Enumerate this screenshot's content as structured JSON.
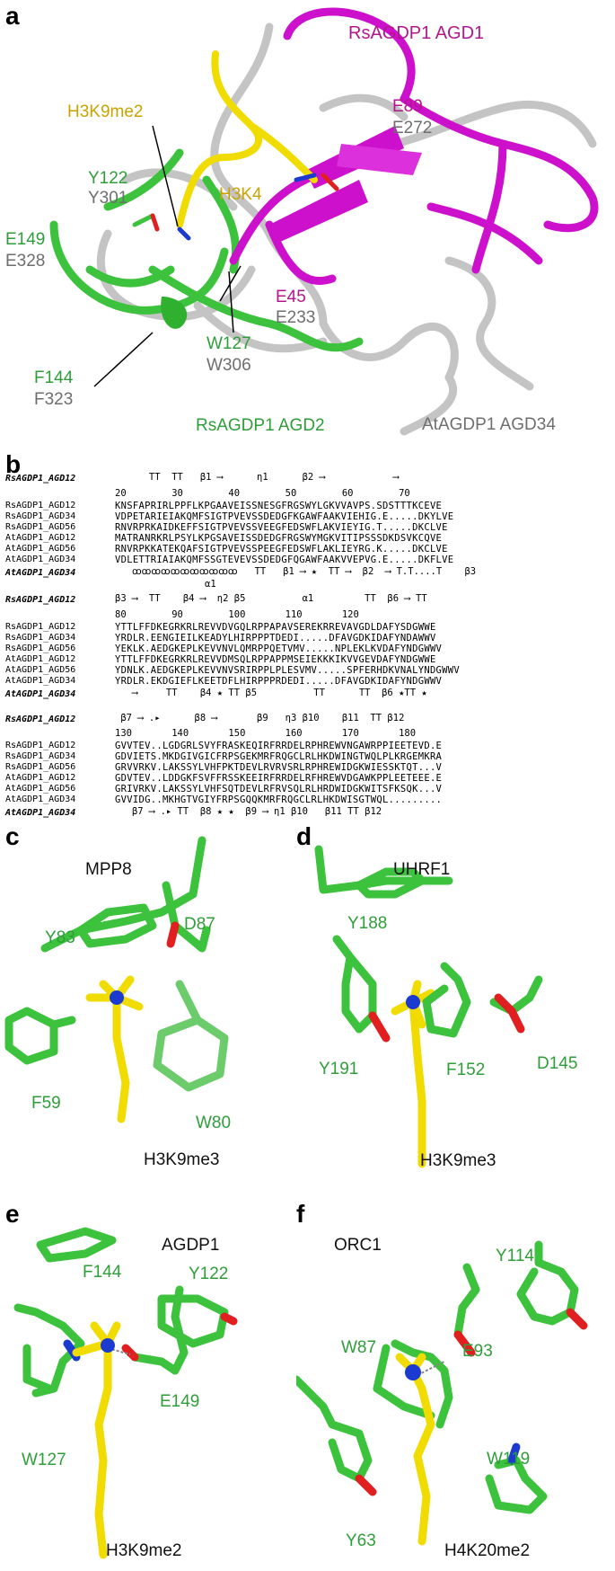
{
  "panels": {
    "a": "a",
    "b": "b",
    "c": "c",
    "d": "d",
    "e": "e",
    "f": "f"
  },
  "panel_a": {
    "rs_agd1": "RsAGDP1 AGD1",
    "rs_agd2": "RsAGDP1 AGD2",
    "at_agd34": "AtAGDP1 AGD34",
    "h3k9me2": "H3K9me2",
    "h3k4": "H3K4",
    "e89": "E89",
    "e272": "E272",
    "y122": "Y122",
    "y301": "Y301",
    "e149": "E149",
    "e328": "E328",
    "e45": "E45",
    "e233": "E233",
    "w127": "W127",
    "w306": "W306",
    "f144": "F144",
    "f323": "F323"
  },
  "panel_b": {
    "blocks": [
      {
        "struct_top_name": "RsAGDP1_AGD12",
        "ss_top": "      TT  TT   β1 ⟶      η1      β2 ⟶            ⟶",
        "ruler": "20        30        40        50        60        70",
        "rows": [
          {
            "name": "RsAGDP1_AGD12",
            "seq": "KNSFAPRIRLPPFLKPGAAVEISSNESGFRGSWYLGKVVAVPS.SDSTTTKCEVE"
          },
          {
            "name": "RsAGDP1_AGD34",
            "seq": "VDPETARIEIAKQMFSIGTPVEVSSDEDGFKGAWFAAKVIEHIG.E.....DKYLVE"
          },
          {
            "name": "RsAGDP1_AGD56",
            "seq": "RNVRPRKAIDKEFFSIGTPVEVSSVEEGFEDSWFLAKVIEYIG.T.....DKCLVE"
          },
          {
            "name": "AtAGDP1_AGD12",
            "seq": "MATRANRKRLPSYLKPGSAVEISSDEDGFRGSWYMGKVITIPSSSDKDSVKCQVE"
          },
          {
            "name": "AtAGDP1_AGD56",
            "seq": "RNVRPKKATEKQAFSIGTPVEVSSPEEGFEDSWFLAKLIEYRG.K.....DKCLVE"
          },
          {
            "name": "AtAGDP1_AGD34",
            "seq": "VDLETTRIAIAKQMFSSGTEVEVSSDEDGFQGAWFAAKVVEPVG.E.....DKFLVE"
          }
        ],
        "struct_bottom_name": "AtAGDP1_AGD34",
        "ss_bottom": "   ꝏꝏꝏꝏꝏꝏꝏꝏꝏꝏꝏ   TT   β1 ⟶ ★  TT ⟶  β2  ⟶ T.T....T    β3",
        "alpha_label": "α1"
      },
      {
        "struct_top_name": "RsAGDP1_AGD12",
        "ss_top": "β3 ⟶  TT    β4 ⟶  η2 β5          α1         TT  β6 ⟶ TT",
        "ruler": "80        90        100       110       120",
        "rows": [
          {
            "name": "RsAGDP1_AGD12",
            "seq": "YTTLFFDKEGRKRLREVVDVGQLRPPAPAVSEREKRREVAVGDLDAFYSDGWWE"
          },
          {
            "name": "RsAGDP1_AGD34",
            "seq": "YRDLR.EENGIEILKEADYLHIRPPPTDEDI.....DFAVGDKIDAFYNDAWWV"
          },
          {
            "name": "RsAGDP1_AGD56",
            "seq": "YEKLK.AEDGKEPLKEVVNVLQMRPPQETVMV.....NPLEKLKVDAFYNDGWWV"
          },
          {
            "name": "AtAGDP1_AGD12",
            "seq": "YTTLFFDKEGRKRLREVVDMSQLRPPAPPMSEIEKKKIKVVGEVDAFYNDGWWE"
          },
          {
            "name": "AtAGDP1_AGD56",
            "seq": "YDNLK.AEDGKEPLKEVVNVSRIRPPLPLESVMV.....SPFERHDKVNALYNDGWWV"
          },
          {
            "name": "AtAGDP1_AGD34",
            "seq": "YRDLR.EKDGIEFLKEETDFLHIRPPPRDEDI.....DFAVGDKIDAFYNDGWWV"
          }
        ],
        "struct_bottom_name": "AtAGDP1_AGD34",
        "ss_bottom": "   ⟶     TT    β4 ★ TT β5          TT      TT  β6 ★TT ★"
      },
      {
        "struct_top_name": "RsAGDP1_AGD12",
        "ss_top": " β7 ⟶ .▸      β8 ⟶       β9   η3 β10    β11  TT β12",
        "ruler": "130       140       150       160       170       180",
        "rows": [
          {
            "name": "RsAGDP1_AGD12",
            "seq": "GVVTEV..LGDGRLSVYFRASKEQIRFRRDELRPHREWVNGAWRPPIEETEVD.E"
          },
          {
            "name": "RsAGDP1_AGD34",
            "seq": "GDVIETS.MKDGIVGICFRPSGEKMRFRQGCLRLHKDWINGTWQLPLKRGEMKRA"
          },
          {
            "name": "RsAGDP1_AGD56",
            "seq": "GRVVRKV.LAKSSYLVHFPKTDEVLRVRVSRLRPHREWIDGKWIESSKTQT...V"
          },
          {
            "name": "AtAGDP1_AGD12",
            "seq": "GDVTEV..LDDGKFSVFFRSSKEEIRFRRDELRFHREWVDGAWKPPLEETEEE.E"
          },
          {
            "name": "AtAGDP1_AGD56",
            "seq": "GRIVRKV.LAKSSYLVHFSQTDEVLRFRVSQLRLHRDWIDGKWITSFKSQK...V"
          },
          {
            "name": "AtAGDP1_AGD34",
            "seq": "GVVIDG..MKHGTVGIYFRPSGQQKMRFRQGCLRLHKDWISGTWQL........."
          }
        ],
        "struct_bottom_name": "AtAGDP1_AGD34",
        "ss_bottom": "   β7 ⟶ .▸ TT  β8 ★ ★  β9 ⟶ η1 β10   β11 TT β12"
      }
    ]
  },
  "panel_c": {
    "title": "MPP8",
    "y83": "Y83",
    "d87": "D87",
    "f59": "F59",
    "w80": "W80",
    "lig": "H3K9me3"
  },
  "panel_d": {
    "title": "UHRF1",
    "y188": "Y188",
    "y191": "Y191",
    "f152": "F152",
    "d145": "D145",
    "lig": "H3K9me3"
  },
  "panel_e": {
    "title": "AGDP1",
    "f144": "F144",
    "y122": "Y122",
    "w127": "W127",
    "e149": "E149",
    "lig": "H3K9me2"
  },
  "panel_f": {
    "title": "ORC1",
    "y114": "Y114",
    "w87": "W87",
    "e93": "E93",
    "w119": "W119",
    "y63": "Y63",
    "lig": "H4K20me2"
  },
  "colors": {
    "green": "#3cc23c",
    "grey": "#c8c8c8",
    "magenta": "#cc10cc",
    "yellow": "#f0dc00",
    "blue": "#1a3ad0",
    "red": "#e02020",
    "aln_red": "#e0241b",
    "aln_yellow": "#fff200"
  }
}
